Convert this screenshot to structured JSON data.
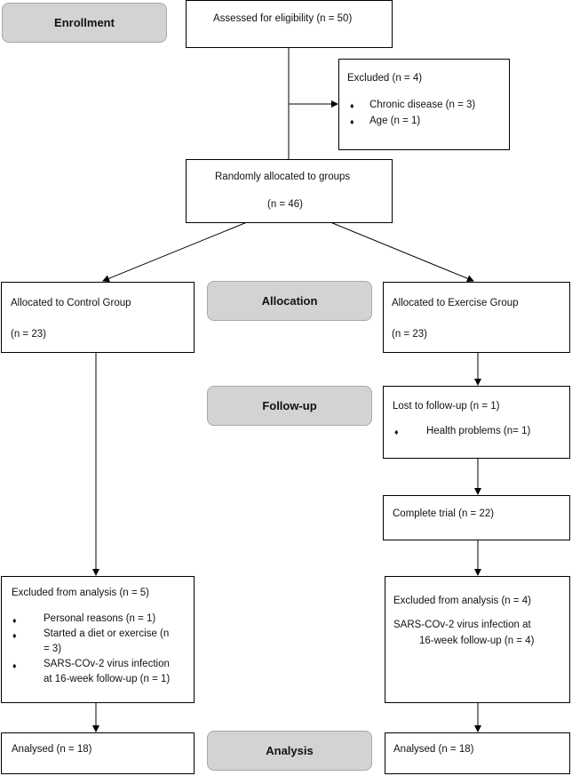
{
  "stages": {
    "enrollment": "Enrollment",
    "allocation": "Allocation",
    "followup": "Follow-up",
    "analysis": "Analysis"
  },
  "bullet": "♦",
  "assessed": "Assessed for eligibility (n = 50)",
  "excluded": {
    "title": "Excluded (n = 4)",
    "items": [
      "Chronic disease (n = 3)",
      "Age (n = 1)"
    ]
  },
  "randomized": {
    "line1": "Randomly allocated to groups",
    "line2": "(n = 46)"
  },
  "control": {
    "allocated_line1": "Allocated to Control Group",
    "allocated_line2": "(n = 23)",
    "excluded_title": "Excluded from analysis (n = 5)",
    "excluded_items": [
      "Personal reasons (n = 1)",
      "Started a diet or exercise (n",
      "= 3)",
      "SARS-COv-2 virus infection",
      "at 16-week follow-up (n = 1)"
    ],
    "analysed": "Analysed (n = 18)"
  },
  "exercise": {
    "allocated_line1": "Allocated to Exercise Group",
    "allocated_line2": "(n = 23)",
    "lost_title": "Lost to follow-up (n = 1)",
    "lost_item": "Health problems (n= 1)",
    "complete": "Complete trial (n = 22)",
    "excluded_title": "Excluded from analysis (n = 4)",
    "excluded_line1": "SARS-COv-2 virus infection at",
    "excluded_line2": "16-week follow-up (n = 4)",
    "analysed": "Analysed (n = 18)"
  }
}
